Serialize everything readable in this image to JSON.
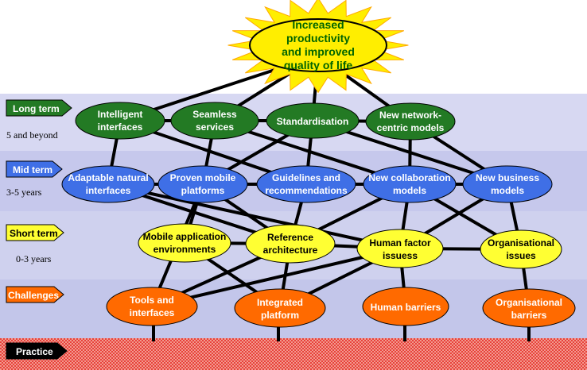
{
  "colors": {
    "band_long": "#d7d8f2",
    "band_mid": "#c6c8ec",
    "band_short": "#cfd1ee",
    "band_challenges": "#c3c6ea",
    "practice_red": "#e8413a",
    "node_green": "#237a24",
    "node_blue": "#3f6fe6",
    "node_yellow": "#ffff33",
    "node_orange": "#ff6a00",
    "goal_yellow": "#ffee00",
    "goal_text": "#006400"
  },
  "goal": {
    "lines": [
      "Increased",
      "productivity",
      "and improved",
      "quality of life"
    ]
  },
  "levels": [
    {
      "tag": "Long term",
      "range": "5 and beyond",
      "tag_color": "#237a24",
      "text_color": "white"
    },
    {
      "tag": "Mid term",
      "range": "3-5 years",
      "tag_color": "#3f6fe6",
      "text_color": "white"
    },
    {
      "tag": "Short term",
      "range": "0-3 years",
      "tag_color": "#ffff33",
      "text_color": "black"
    },
    {
      "tag": "Challenges",
      "range": "",
      "tag_color": "#ff6a00",
      "text_color": "white"
    }
  ],
  "practice_label": "Practice",
  "nodes": {
    "long": [
      {
        "id": "intelligent",
        "lines": [
          "Intelligent",
          "interfaces"
        ]
      },
      {
        "id": "seamless",
        "lines": [
          "Seamless",
          "services"
        ]
      },
      {
        "id": "standardisation",
        "lines": [
          "Standardisation"
        ]
      },
      {
        "id": "network",
        "lines": [
          "New network-",
          "centric models"
        ]
      }
    ],
    "mid": [
      {
        "id": "adaptable",
        "lines": [
          "Adaptable natural",
          "interfaces"
        ]
      },
      {
        "id": "proven",
        "lines": [
          "Proven mobile",
          "platforms"
        ]
      },
      {
        "id": "guidelines",
        "lines": [
          "Guidelines and",
          "recommendations"
        ]
      },
      {
        "id": "collaboration",
        "lines": [
          "New collaboration",
          "models"
        ]
      },
      {
        "id": "business",
        "lines": [
          "New business",
          "models"
        ]
      }
    ],
    "short": [
      {
        "id": "mobileapp",
        "lines": [
          "Mobile application",
          "environments"
        ]
      },
      {
        "id": "reference",
        "lines": [
          "Reference",
          "architecture"
        ]
      },
      {
        "id": "humanfactor",
        "lines": [
          "Human factor",
          "issuess"
        ]
      },
      {
        "id": "orgissues",
        "lines": [
          "Organisational",
          "issues"
        ]
      }
    ],
    "challenges": [
      {
        "id": "tools",
        "lines": [
          "Tools and",
          "interfaces"
        ]
      },
      {
        "id": "integrated",
        "lines": [
          "Integrated",
          "platform"
        ]
      },
      {
        "id": "humanbarriers",
        "lines": [
          "Human barriers"
        ]
      },
      {
        "id": "orgbarriers",
        "lines": [
          "Organisational",
          "barriers"
        ]
      }
    ]
  },
  "links": [
    [
      "goal",
      "intelligent"
    ],
    [
      "goal",
      "seamless"
    ],
    [
      "goal",
      "standardisation"
    ],
    [
      "goal",
      "network"
    ],
    [
      "intelligent",
      "seamless"
    ],
    [
      "seamless",
      "standardisation"
    ],
    [
      "standardisation",
      "network"
    ],
    [
      "intelligent",
      "adaptable"
    ],
    [
      "intelligent",
      "guidelines"
    ],
    [
      "seamless",
      "proven"
    ],
    [
      "seamless",
      "collaboration"
    ],
    [
      "standardisation",
      "proven"
    ],
    [
      "standardisation",
      "guidelines"
    ],
    [
      "standardisation",
      "business"
    ],
    [
      "network",
      "collaboration"
    ],
    [
      "network",
      "business"
    ],
    [
      "adaptable",
      "proven"
    ],
    [
      "proven",
      "guidelines"
    ],
    [
      "guidelines",
      "collaboration"
    ],
    [
      "collaboration",
      "business"
    ],
    [
      "adaptable",
      "reference"
    ],
    [
      "adaptable",
      "humanfactor"
    ],
    [
      "proven",
      "mobileapp"
    ],
    [
      "proven",
      "reference"
    ],
    [
      "proven",
      "tools"
    ],
    [
      "guidelines",
      "reference"
    ],
    [
      "collaboration",
      "reference"
    ],
    [
      "collaboration",
      "humanfactor"
    ],
    [
      "collaboration",
      "orgissues"
    ],
    [
      "business",
      "humanfactor"
    ],
    [
      "business",
      "orgissues"
    ],
    [
      "mobileapp",
      "reference"
    ],
    [
      "reference",
      "humanfactor"
    ],
    [
      "humanfactor",
      "orgissues"
    ],
    [
      "mobileapp",
      "integrated"
    ],
    [
      "reference",
      "tools"
    ],
    [
      "reference",
      "integrated"
    ],
    [
      "humanfactor",
      "tools"
    ],
    [
      "humanfactor",
      "humanbarriers"
    ],
    [
      "orgissues",
      "orgbarriers"
    ],
    [
      "humanfactor",
      "integrated"
    ]
  ]
}
